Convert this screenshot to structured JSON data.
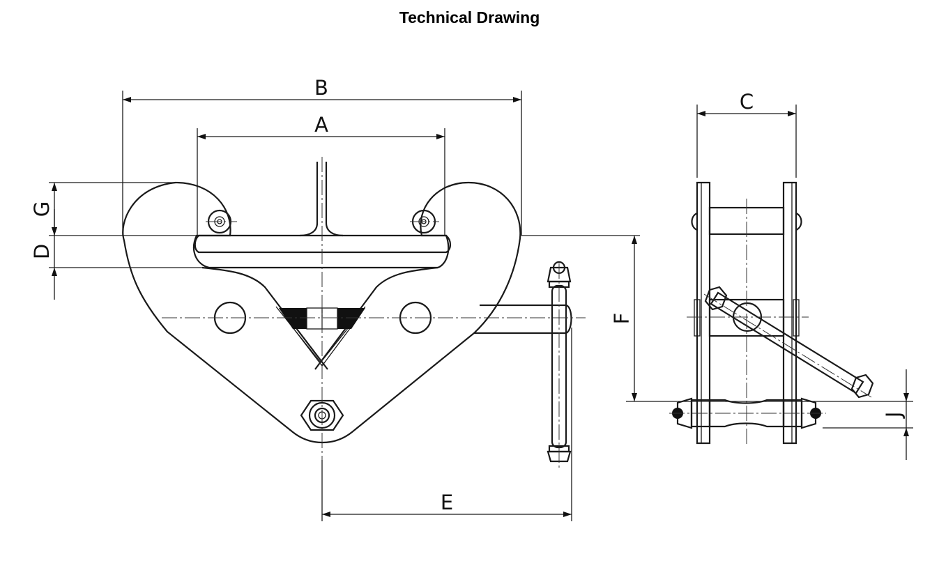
{
  "title": "Technical Drawing",
  "dimensions": {
    "A": "A",
    "B": "B",
    "C": "C",
    "D": "D",
    "E": "E",
    "F": "F",
    "G": "G",
    "J": "J"
  }
}
